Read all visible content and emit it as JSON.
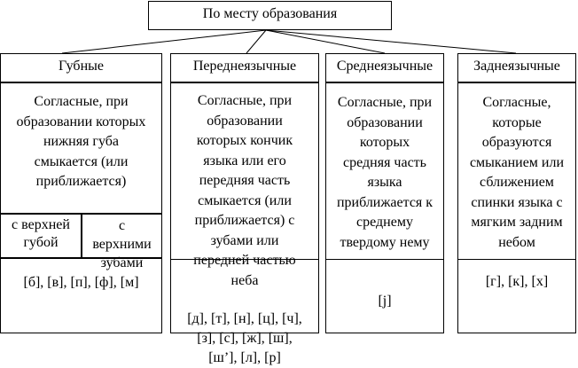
{
  "root": {
    "title": "По месту образования"
  },
  "columns": [
    {
      "header": "Губные",
      "description": "Согласные, при\nобразовании которых\nнижняя губа\nсмыкается (или\nприближается)",
      "subtypes": [
        {
          "label": "с верхней\nгубой"
        },
        {
          "label": "с\nверхними\nзубами"
        }
      ],
      "sounds": "[б], [в], [п], [ф], [м]"
    },
    {
      "header": "Переднеязычные",
      "description": "Согласные, при\nобразовании\nкоторых кончик\nязыка или его\nпередняя часть\nсмыкается (или\nприближается) с\nзубами или\nпередней частью\nнеба",
      "sounds": "[д], [т], [н], [ц], [ч],\n[з], [с], [ж], [ш],\n[ш’], [л], [р]"
    },
    {
      "header": "Среднеязычные",
      "description": "Согласные, при\nобразовании\nкоторых\nсредняя часть\nязыка\nприближается к\nсреднему\nтвердому нему",
      "sounds": "[j]"
    },
    {
      "header": "Заднеязычные",
      "description": "Согласные,\nкоторые\nобразуются\nсмыканием или\nсближением\nспинки языка с\nмягким задним\nнебом",
      "sounds": "[г], [к], [х]"
    }
  ]
}
